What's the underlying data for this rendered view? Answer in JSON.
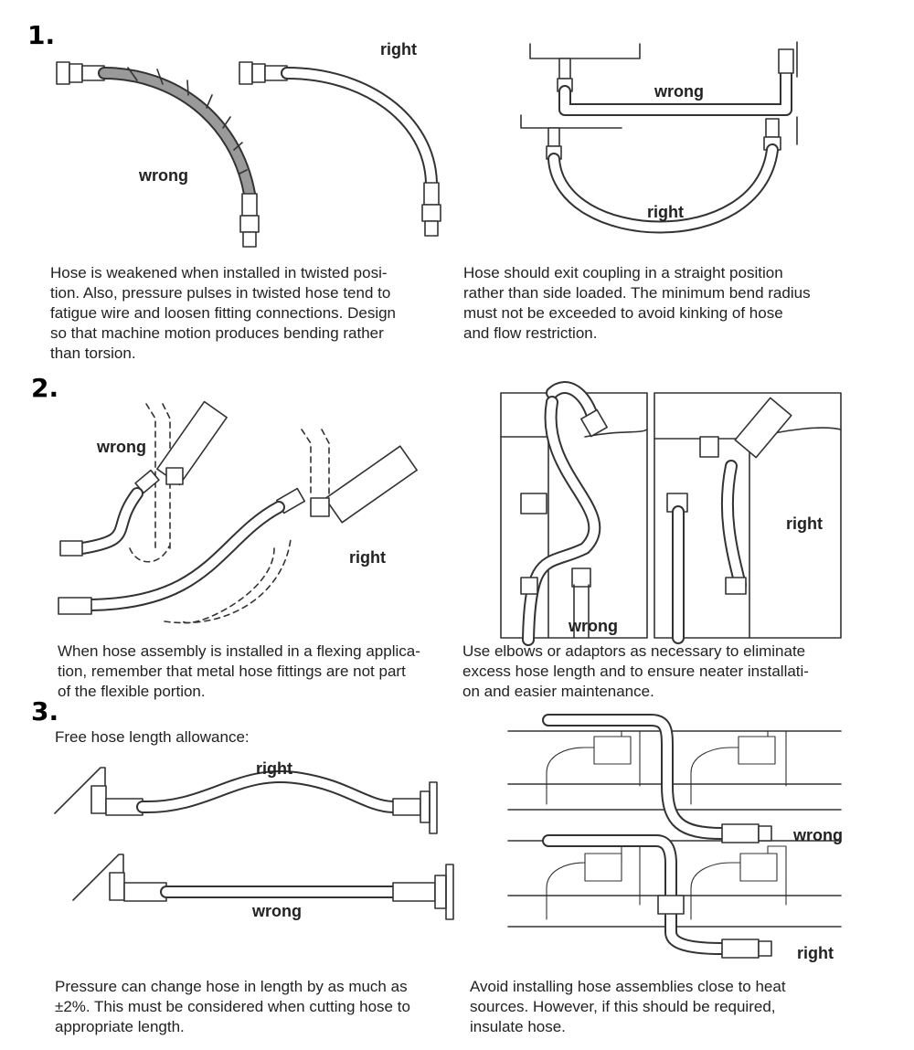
{
  "sections": [
    {
      "number": "1.",
      "left": {
        "labels": [
          "right",
          "wrong"
        ],
        "caption": [
          "Hose is weakened when installed in twisted posi-",
          "tion. Also, pressure pulses in twisted hose tend to",
          "fatigue wire and loosen fitting connections. Design",
          "so that machine motion produces bending rather",
          "than torsion."
        ]
      },
      "right": {
        "labels": [
          "wrong",
          "right"
        ],
        "caption": [
          "Hose should exit coupling in a straight position",
          "rather than side loaded. The minimum bend radius",
          "must not be exceeded to avoid kinking of hose",
          "and flow restriction."
        ]
      }
    },
    {
      "number": "2.",
      "left": {
        "labels": [
          "wrong",
          "right"
        ],
        "caption": [
          "When hose assembly is installed in a flexing applica-",
          "tion, remember that metal hose fittings are not part",
          "of the flexible portion."
        ]
      },
      "right": {
        "labels": [
          "right",
          "wrong"
        ],
        "caption": [
          "Use elbows or adaptors as necessary to eliminate",
          "excess hose length and to ensure neater installati-",
          "on and easier maintenance."
        ]
      }
    },
    {
      "number": "3.",
      "left": {
        "heading": "Free hose length allowance:",
        "labels": [
          "right",
          "wrong"
        ],
        "caption": [
          "Pressure can change hose in length by as much as",
          "±2%. This must be considered when cutting hose to",
          "appropriate length."
        ]
      },
      "right": {
        "labels": [
          "wrong",
          "right"
        ],
        "caption": [
          "Avoid installing hose assemblies close to heat",
          "sources. However, if this should be required,",
          "insulate hose."
        ]
      }
    }
  ]
}
